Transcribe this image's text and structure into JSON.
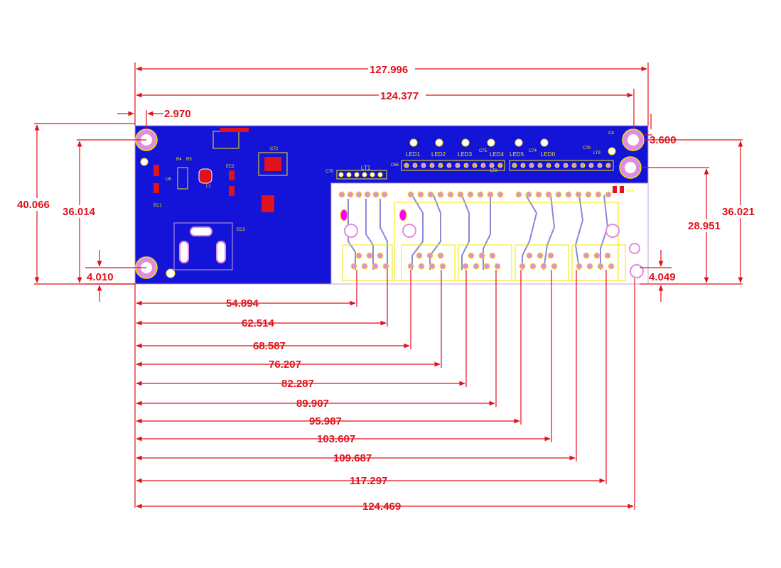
{
  "dimensions": {
    "overall_length": "127.996",
    "hole_span": "124.377",
    "left_hole_offset": "2.970",
    "right_hole_offset": "3.600",
    "left_height": "40.066",
    "left_hole_height": "36.014",
    "bottom_left_hole": "4.010",
    "right_hole_height": "36.021",
    "right_inner_height": "28.951",
    "bottom_right_hole": "4.049",
    "port_positions": [
      "54.894",
      "62.514",
      "68.587",
      "76.207",
      "82.287",
      "89.907",
      "95.987",
      "103.607",
      "109.687",
      "117.297",
      "124.469"
    ]
  },
  "board": {
    "led_labels": [
      "LED1",
      "LED2",
      "LED3",
      "LED4",
      "LED5",
      "LED0"
    ],
    "components": {
      "lt1": "LT1",
      "lt8": "LT8",
      "lt9": "LT9",
      "u6": "U6",
      "ec1": "EC1",
      "ec2": "EC2",
      "ec3": "EC3",
      "l1": "L1",
      "r4": "R4",
      "r5": "R5",
      "c66": "C66",
      "c70": "C70",
      "c72": "C72",
      "c74": "C74",
      "c75": "C75",
      "c78": "C78",
      "c8": "C8",
      "lc4": "LC4"
    }
  },
  "colors": {
    "dimension": "#e0121b",
    "board": "#1414d8",
    "silkscreen": "#f2e600",
    "trace": "#8a8ad8",
    "pad": "#e08ce0",
    "outline": "#c7a0d8"
  }
}
